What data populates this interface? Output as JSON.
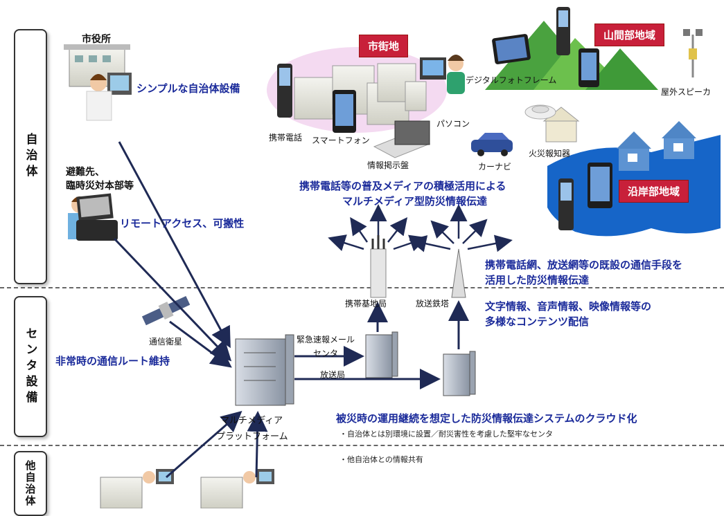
{
  "sections": {
    "local_gov": "自治体",
    "center": "センタ設備",
    "other_gov": "他自治体"
  },
  "left_side": {
    "city_hall": "市役所",
    "simple_equipment": "シンプルな自治体設備",
    "evacuation_line1": "避難先、",
    "evacuation_line2": "臨時災対本部等",
    "remote_access": "リモートアクセス、可搬性",
    "satellite": "通信衛星",
    "emergency_route": "非常時の通信ルート維持"
  },
  "regions": {
    "urban": "市街地",
    "mountain": "山間部地域",
    "coastal": "沿岸部地域"
  },
  "devices": {
    "mobile_phone": "携帯電話",
    "smartphone": "スマートフォン",
    "signage": "情報掲示盤",
    "pc": "パソコン",
    "digital_frame": "デジタルフォトフレーム",
    "outdoor_speaker": "屋外スピーカ",
    "fire_alarm": "火災報知器",
    "car_navi": "カーナビ"
  },
  "media": {
    "headline_line1": "携帯電話等の普及メディアの積極活用による",
    "headline_line2": "マルチメディア型防災情報伝達",
    "base_station": "携帯基地局",
    "broadcast_tower": "放送鉄塔",
    "network_line1": "携帯電話網、放送網等の既設の通信手段を",
    "network_line2": "活用した防災情報伝達",
    "content_line1": "文字情報、音声情報、映像情報等の",
    "content_line2": "多様なコンテンツ配信"
  },
  "center": {
    "alert_mail_line1": "緊急速報メール",
    "alert_mail_line2": "センタ",
    "broadcaster": "放送局",
    "platform_line1": "マルチメディア",
    "platform_line2": "プラットフォーム",
    "cloud_title": "被災時の運用継続を想定した防災情報伝達システムのクラウド化",
    "bullet1": "・自治体とは別環境に設置／耐災害性を考慮した堅牢なセンタ",
    "bullet2": "・他自治体との情報共有"
  },
  "colors": {
    "accent_text": "#1a2a9a",
    "region_tag": "#c8203a",
    "arrow": "#1f2a55"
  }
}
